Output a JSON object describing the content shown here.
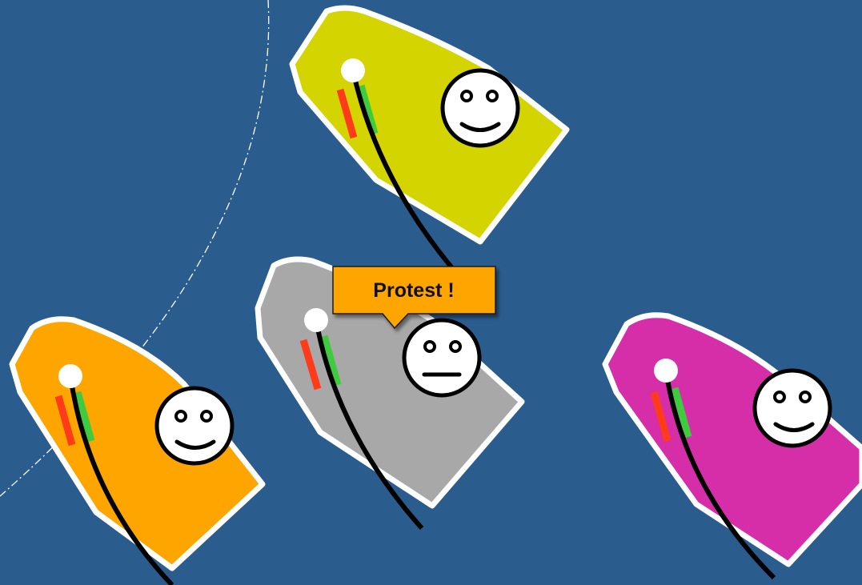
{
  "scene": {
    "background_color": "#2a5c8e",
    "mark_zone_line_color": "#ffffff",
    "boats": [
      {
        "id": "yellow",
        "hull_color": "#d4d400",
        "face": "smile"
      },
      {
        "id": "gray",
        "hull_color": "#a8a8a8",
        "face": "neutral"
      },
      {
        "id": "orange",
        "hull_color": "#ffa500",
        "face": "smile"
      },
      {
        "id": "magenta",
        "hull_color": "#d52ea8",
        "face": "smile"
      }
    ],
    "callout": {
      "text": "Protest !",
      "color": "#ffa500"
    },
    "telltale_colors": {
      "port": "#ff3b1a",
      "starboard": "#3ecc3e"
    }
  }
}
